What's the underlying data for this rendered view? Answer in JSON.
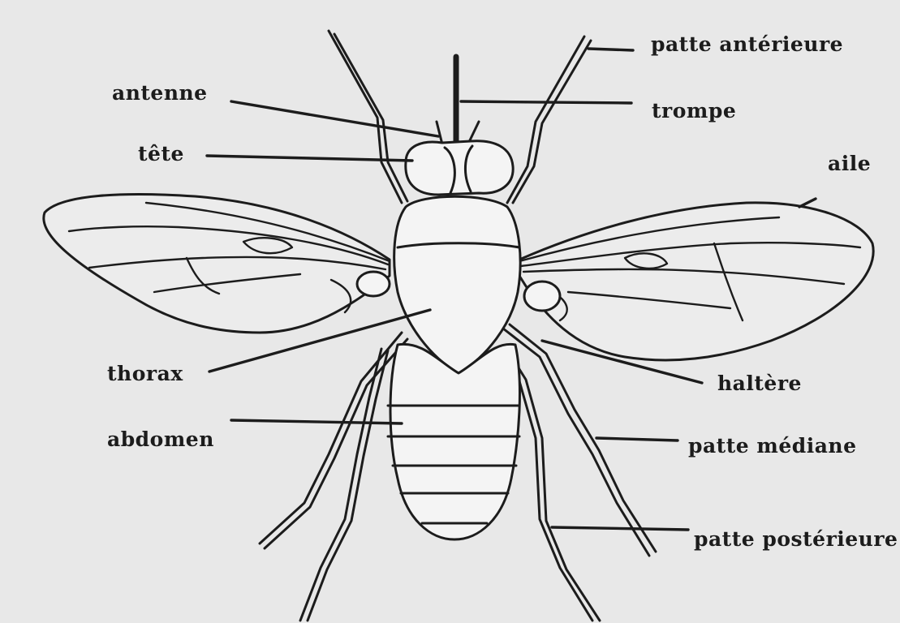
{
  "labels": {
    "patte_anterieure": "patte antérieure",
    "antenne": "antenne",
    "trompe": "trompe",
    "tete": "tête",
    "aile": "aile",
    "thorax": "thorax",
    "halteres": "haltère",
    "abdomen": "abdomen",
    "patte_mediane": "patte médiane",
    "patte_posterieure": "patte postérieure"
  },
  "colors": {
    "background": "#e8e8e8",
    "ink": "#1c1c1c",
    "body_fill": "#f4f4f4"
  }
}
